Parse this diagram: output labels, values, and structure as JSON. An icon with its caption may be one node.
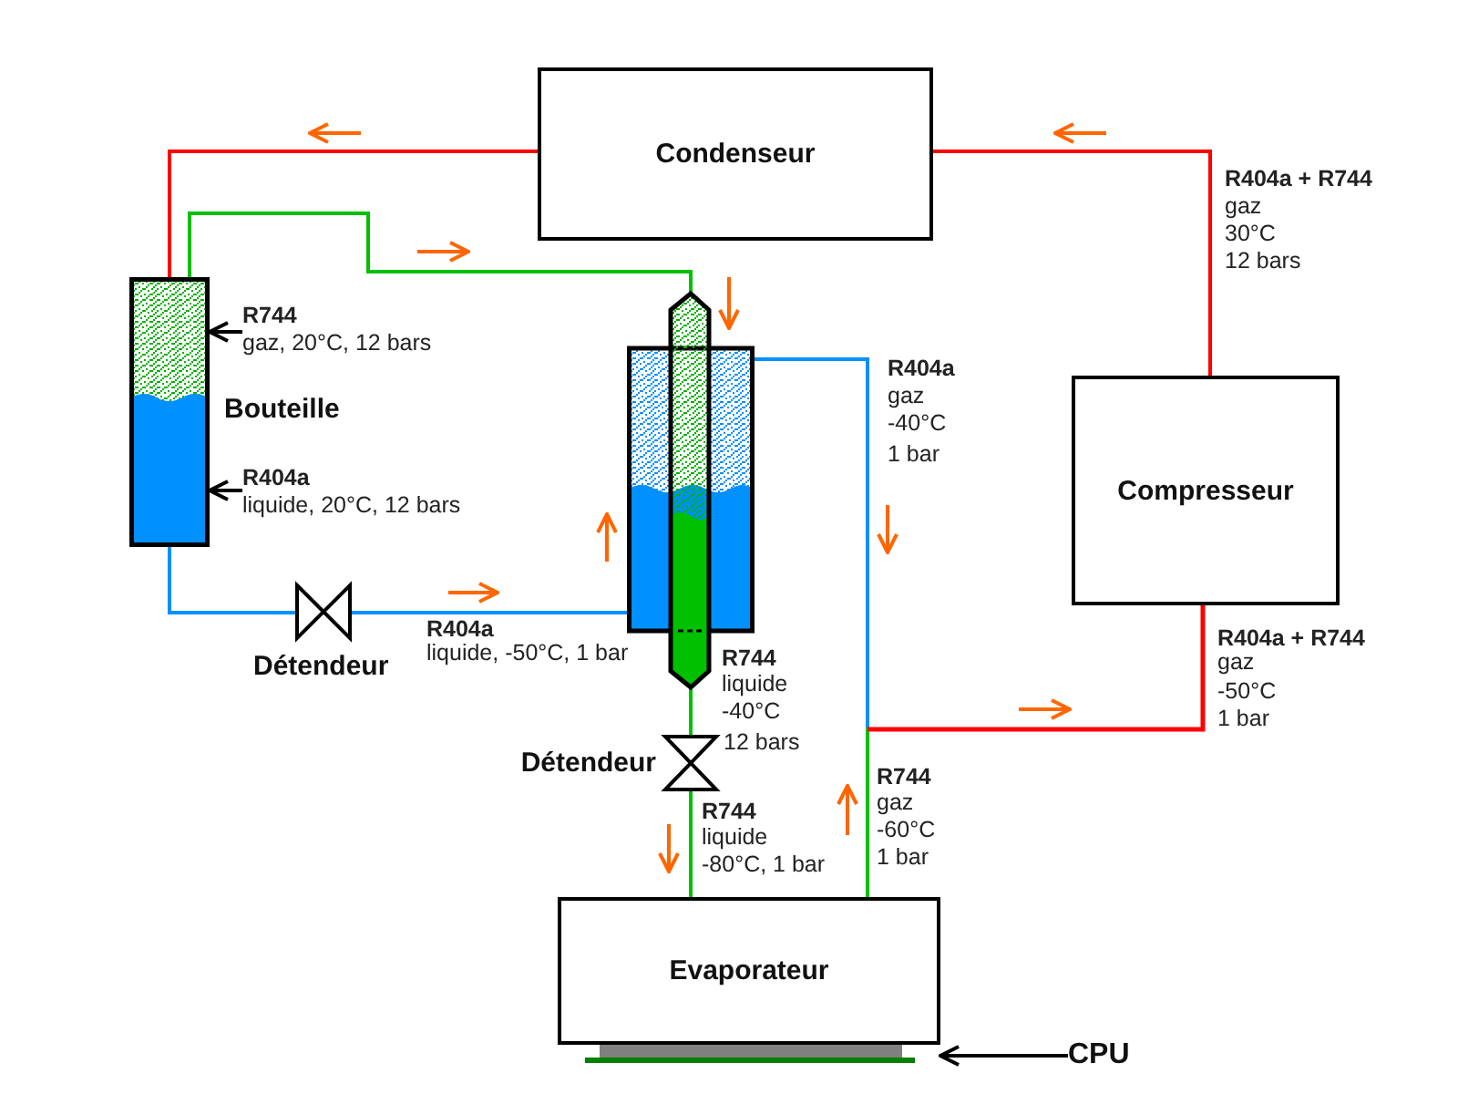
{
  "diagram": {
    "nodes": [
      {
        "text": [
          "Condenseur"
        ]
      },
      {
        "text": [],
        "shape": "box",
        "beside": [
          "Bouteille"
        ]
      },
      {
        "text": [
          "R744",
          "gaz, 20°C, 12 bars"
        ]
      },
      {
        "text": [
          "R404a",
          "liquide, 20°C, 12 bars"
        ]
      },
      {
        "text": [],
        "shape": "box"
      },
      {
        "text": [
          "Compresseur"
        ]
      },
      {
        "text": [],
        "shape": "valve",
        "beside": [
          "Détendeur"
        ]
      },
      {
        "text": [],
        "shape": "valve",
        "beside": [
          "Détendeur"
        ]
      },
      {
        "text": [
          "Evaporateur"
        ]
      },
      {
        "text": [
          "CPU"
        ]
      }
    ],
    "edges": [
      {
        "from": 5,
        "to": 0,
        "arrow": "none",
        "color": "#ff0000"
      },
      {
        "from": 0,
        "to": 1,
        "arrow": "none",
        "color": "#ff0000"
      },
      {
        "from": 1,
        "to": 4,
        "arrow": "none",
        "color": "#00c000"
      },
      {
        "from": 1,
        "to": 6,
        "arrow": "none",
        "color": "#0090ff"
      },
      {
        "from": 6,
        "to": 4,
        "arrow": "none",
        "color": "#0090ff"
      },
      {
        "from": 4,
        "to": 7,
        "arrow": "none",
        "color": "#00c000"
      },
      {
        "from": 7,
        "to": 8,
        "arrow": "none",
        "color": "#00c000"
      },
      {
        "from": 4,
        "to": 5,
        "arrow": "none",
        "color": "#0090ff"
      },
      {
        "from": 8,
        "to": 5,
        "arrow": "none",
        "color": "#00c000"
      },
      {
        "from": 2,
        "to": 1,
        "arrow": "to",
        "color": "#000000"
      },
      {
        "from": 3,
        "to": 1,
        "arrow": "to",
        "color": "#000000"
      },
      {
        "from": 9,
        "to": 8,
        "arrow": "to",
        "color": "#000000"
      }
    ],
    "labels": [
      "R404a + R744",
      "gaz",
      "30°C",
      "12 bars",
      "R404a",
      "gaz",
      "-40°C",
      "1 bar",
      "R404a",
      "liquide, -50°C, 1 bar",
      "R744",
      "liquide",
      "-40°C",
      "12 bars",
      "R404a + R744",
      "gaz",
      "-50°C",
      "1 bar",
      "R744",
      "gaz",
      "-60°C",
      "1 bar",
      "R744",
      "liquide",
      "-80°C, 1 bar"
    ]
  }
}
